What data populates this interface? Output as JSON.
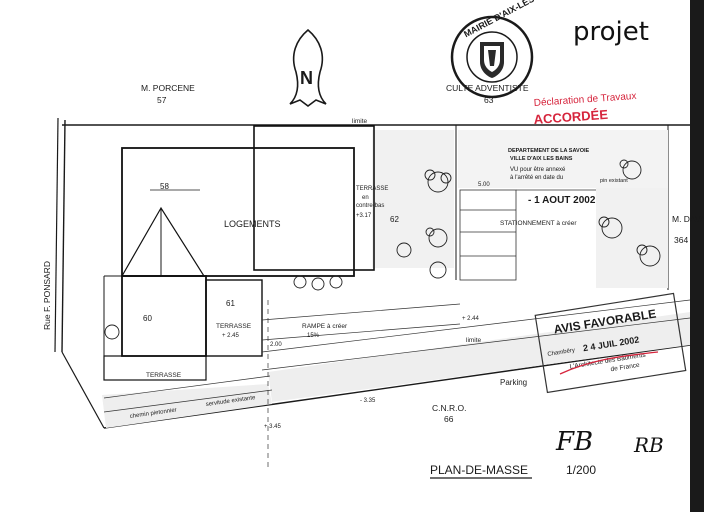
{
  "header": {
    "projet": "projet",
    "seal_text": "MAIRIE D'AIX-LES-BAINS",
    "north_letter": "N"
  },
  "neighbors": {
    "porcene": "M. PORCENE",
    "porcene_no": "57",
    "culte": "CULTE ADVENTISTE",
    "culte_no": "63",
    "davat": "M. DAVAT",
    "davat_no": "364",
    "cnro": "C.N.R.O.",
    "cnro_no": "66",
    "street": "Rue F. PONSARD"
  },
  "plan": {
    "lot58": "58",
    "lot60": "60",
    "lot61": "61",
    "lot62": "62",
    "logements": "LOGEMENTS",
    "terrasse_top": "TERRASSE",
    "terrasse_top2": "en",
    "terrasse_top3": "contre-bas",
    "terrasse_top_level": "+3.17",
    "terrasse_mid": "TERRASSE",
    "terrasse_mid_level": "+ 2.45",
    "terrasse_bottom": "TERRASSE",
    "rampe": "RAMPE à créer",
    "rampe_pct": "15%",
    "stationnement": "STATIONNEMENT à créer",
    "parking": "Parking",
    "limite_top": "limite",
    "limite_bottom": "limite",
    "chemin": "chemin pietonnier",
    "chemin2": "servitude existante",
    "level_335": "- 3.35",
    "level_345": "+ 3.45",
    "level_244": "+ 2.44",
    "level_200": "2.00",
    "level_500": "5.00",
    "pin_existant": "pin existant"
  },
  "stamps": {
    "declaration": "Déclaration de Travaux",
    "accordee": "ACCORDÉE",
    "dept": "DEPARTEMENT DE LA SAVOIE",
    "ville": "VILLE D'AIX LES BAINS",
    "vu": "VU pour être annexé",
    "arrete": "à l'arrêté en date du",
    "date1": "- 1 AOUT 2002",
    "avis": "AVIS FAVORABLE",
    "date2": "2 4 JUIL 2002",
    "architecte": "L'Architecte des Bâtiments",
    "de_france": "de France",
    "chambery": "Chambéry"
  },
  "footer": {
    "title": "PLAN-DE-MASSE",
    "scale": "1/200",
    "initials1": "FB",
    "initials2": "RB"
  }
}
